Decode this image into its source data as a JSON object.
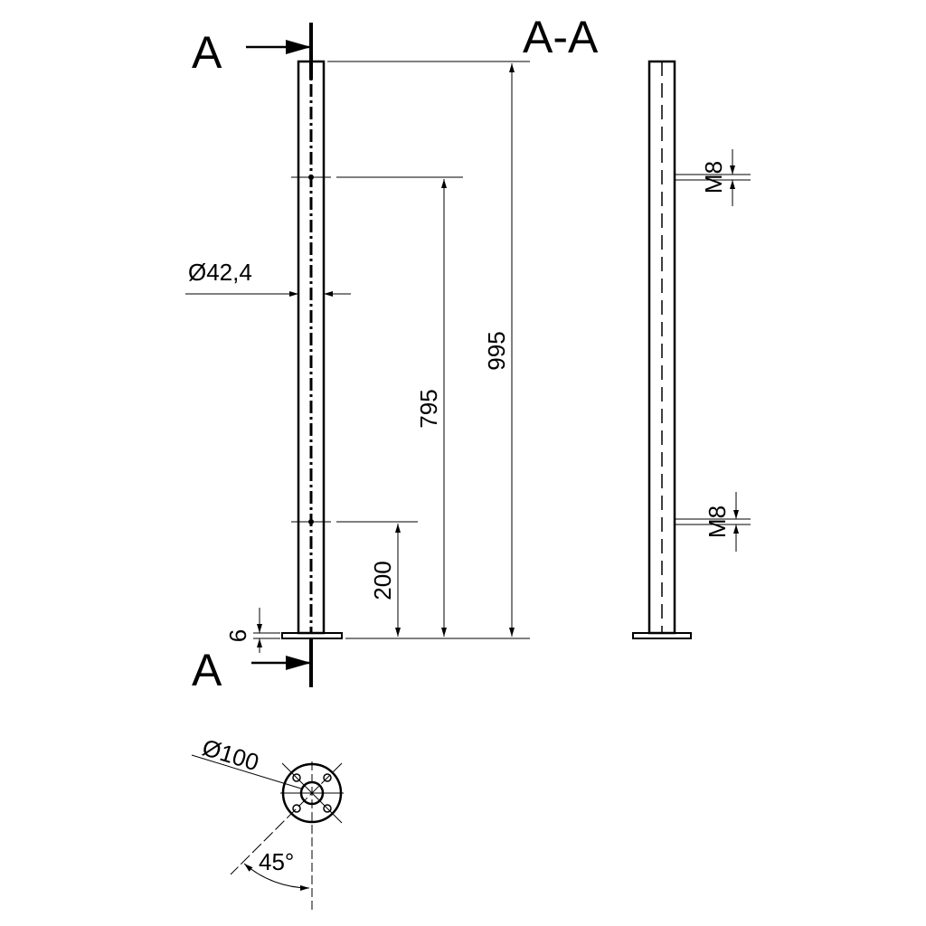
{
  "labels": {
    "section_top": "A",
    "section_bottom": "A",
    "section_view": "A-A"
  },
  "dimensions": {
    "tube_diameter": "Ø42,4",
    "overall_height": "995",
    "upper_hole_height": "795",
    "lower_hole_height": "200",
    "flange_thickness": "6",
    "thread_upper": "M8",
    "thread_lower": "M8",
    "flange_diameter": "Ø100",
    "hole_angle": "45°"
  }
}
